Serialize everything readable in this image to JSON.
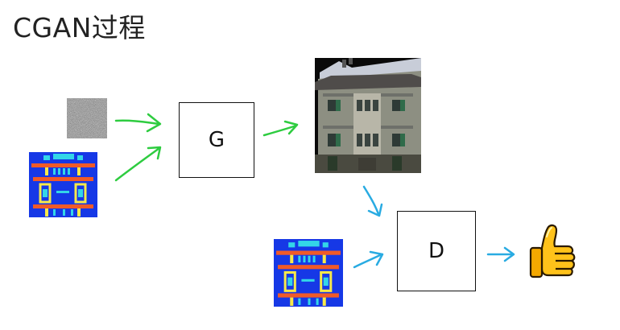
{
  "title": "CGAN过程",
  "boxes": {
    "generator_label": "G",
    "discriminator_label": "D"
  },
  "icons": {
    "noise": "noise-image-icon",
    "condition": "segmentation-map-icon",
    "generated": "generated-building-image-icon",
    "approval": "thumbs-up-icon"
  },
  "colors": {
    "generator_arrows": "#2ecc40",
    "discriminator_arrows": "#29abe2",
    "seg_background": "#1638e6",
    "seg_orange": "#f05a28",
    "seg_yellow": "#f7e94a",
    "seg_cyan": "#33d6e8"
  }
}
